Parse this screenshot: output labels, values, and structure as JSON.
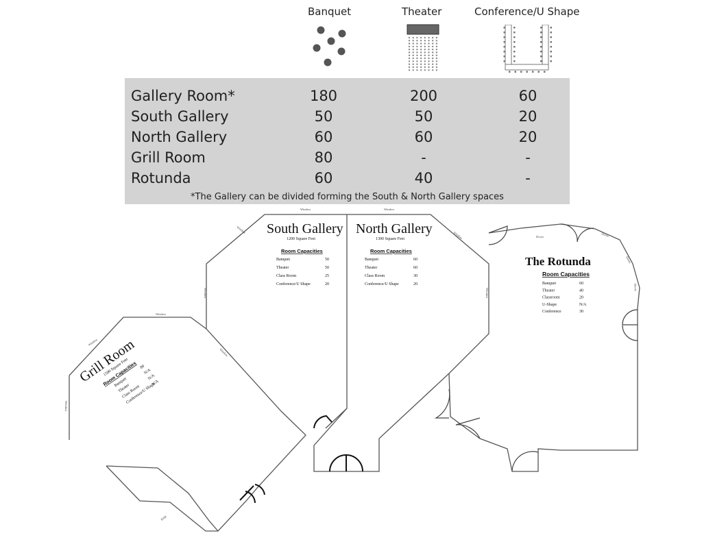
{
  "headers": {
    "banquet": "Banquet",
    "theater": "Theater",
    "conference": "Conference/U Shape"
  },
  "capacity_table": {
    "rows": [
      {
        "name": "Gallery Room*",
        "banquet": "180",
        "theater": "200",
        "conference": "60"
      },
      {
        "name": "South Gallery",
        "banquet": "50",
        "theater": "50",
        "conference": "20"
      },
      {
        "name": "North Gallery",
        "banquet": "60",
        "theater": "60",
        "conference": "20"
      },
      {
        "name": "Grill Room",
        "banquet": "80",
        "theater": "-",
        "conference": "-"
      },
      {
        "name": "Rotunda",
        "banquet": "60",
        "theater": "40",
        "conference": "-"
      }
    ],
    "footnote": "*The Gallery can be divided forming the South & North Gallery spaces"
  },
  "floorplan": {
    "south_gallery": {
      "title": "South Gallery",
      "area": "1200 Square Feet",
      "caps_heading": "Room Capacities",
      "caps": [
        {
          "label": "Banquet",
          "value": "50"
        },
        {
          "label": "Theater",
          "value": "50"
        },
        {
          "label": "Class Room",
          "value": "25"
        },
        {
          "label": "Conference/U Shape",
          "value": "20"
        }
      ]
    },
    "north_gallery": {
      "title": "North Gallery",
      "area": "1300 Square Feet",
      "caps_heading": "Room Capacities",
      "caps": [
        {
          "label": "Banquet",
          "value": "60"
        },
        {
          "label": "Theater",
          "value": "60"
        },
        {
          "label": "Class Room",
          "value": "30"
        },
        {
          "label": "Conference/U Shape",
          "value": "20"
        }
      ]
    },
    "rotunda": {
      "title": "The Rotunda",
      "caps_heading": "Room Capacities",
      "caps": [
        {
          "label": "Banquet",
          "value": "60"
        },
        {
          "label": "Theater",
          "value": "40"
        },
        {
          "label": "Classroom",
          "value": "20"
        },
        {
          "label": "U-Shape",
          "value": "N/A"
        },
        {
          "label": "Conference",
          "value": "30"
        }
      ]
    },
    "grill_room": {
      "title": "Grill Room",
      "area": "1500 Square Feet",
      "caps_heading": "Room Capacities",
      "caps": [
        {
          "label": "Banquet",
          "value": "80"
        },
        {
          "label": "Theater",
          "value": "N/A"
        },
        {
          "label": "Class Room",
          "value": "N/A"
        },
        {
          "label": "Conference/U Shape",
          "value": "N/A"
        }
      ]
    },
    "labels": {
      "window": "Window",
      "doors": "Doors",
      "bar": "BAR"
    }
  }
}
